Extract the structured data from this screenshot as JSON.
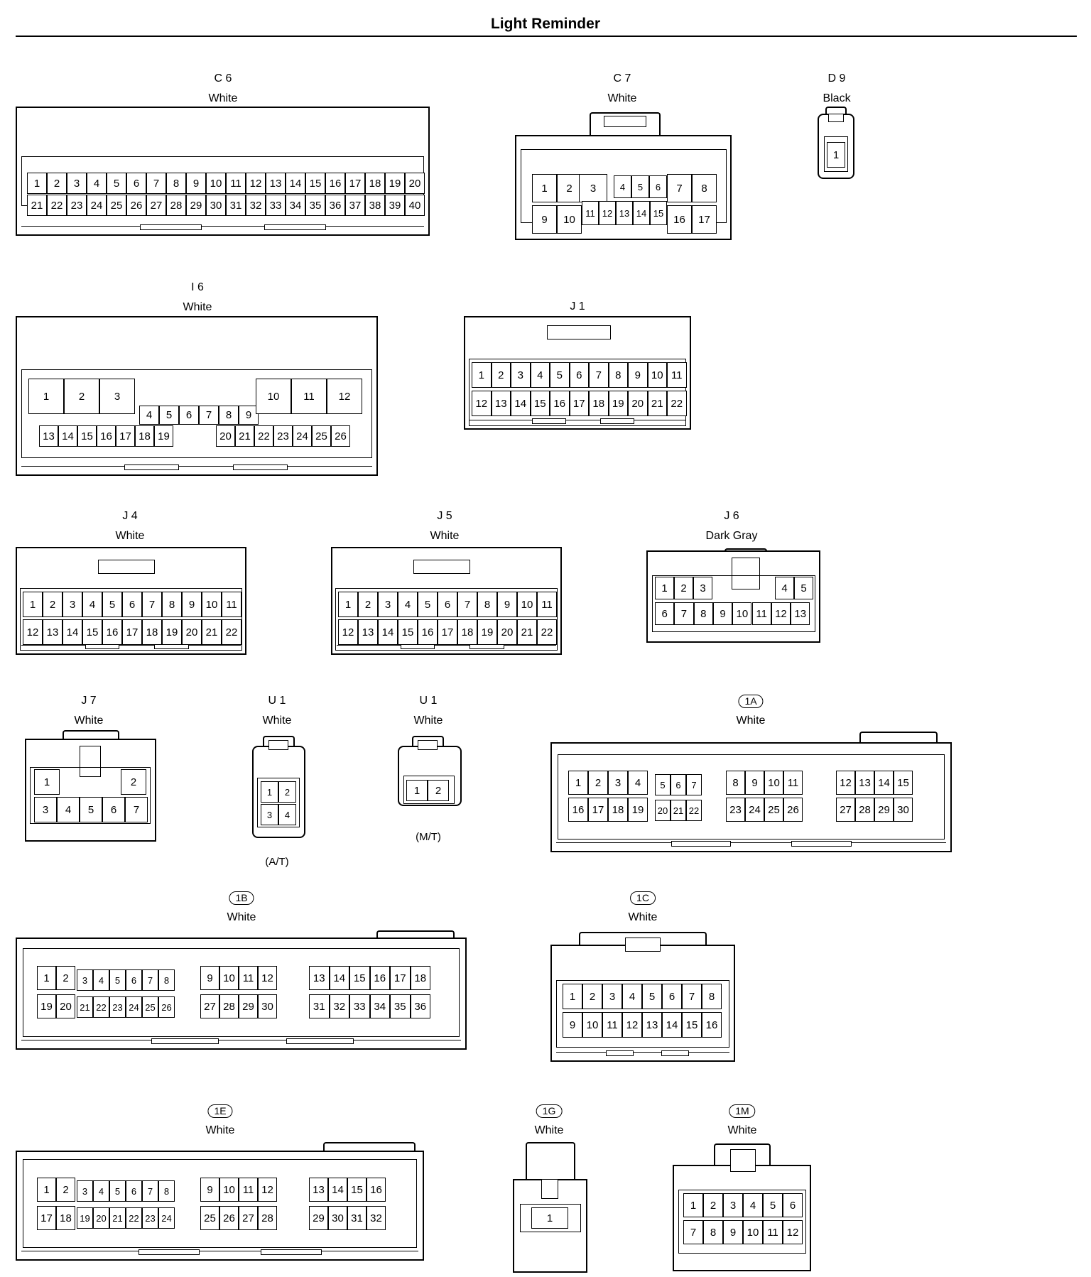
{
  "title": "Light Reminder",
  "connectors": [
    {
      "code": "C 6",
      "color": "White",
      "pins": [
        "1",
        "2",
        "3",
        "4",
        "5",
        "6",
        "7",
        "8",
        "9",
        "10",
        "11",
        "12",
        "13",
        "14",
        "15",
        "16",
        "17",
        "18",
        "19",
        "20",
        "21",
        "22",
        "23",
        "24",
        "25",
        "26",
        "27",
        "28",
        "29",
        "30",
        "31",
        "32",
        "33",
        "34",
        "35",
        "36",
        "37",
        "38",
        "39",
        "40"
      ]
    },
    {
      "code": "C 7",
      "color": "White",
      "pins": [
        "1",
        "2",
        "3",
        "4",
        "5",
        "6",
        "7",
        "8",
        "9",
        "10",
        "11",
        "12",
        "13",
        "14",
        "15",
        "16",
        "17"
      ]
    },
    {
      "code": "D 9",
      "color": "Black",
      "pins": [
        "1"
      ]
    },
    {
      "code": "I 6",
      "color": "White",
      "pins": [
        "1",
        "2",
        "3",
        "4",
        "5",
        "6",
        "7",
        "8",
        "9",
        "10",
        "11",
        "12",
        "13",
        "14",
        "15",
        "16",
        "17",
        "18",
        "19",
        "20",
        "21",
        "22",
        "23",
        "24",
        "25",
        "26"
      ]
    },
    {
      "code": "J 1",
      "color": "White",
      "pins": [
        "1",
        "2",
        "3",
        "4",
        "5",
        "6",
        "7",
        "8",
        "9",
        "10",
        "11",
        "12",
        "13",
        "14",
        "15",
        "16",
        "17",
        "18",
        "19",
        "20",
        "21",
        "22"
      ]
    },
    {
      "code": "J 4",
      "color": "White",
      "pins": [
        "1",
        "2",
        "3",
        "4",
        "5",
        "6",
        "7",
        "8",
        "9",
        "10",
        "11",
        "12",
        "13",
        "14",
        "15",
        "16",
        "17",
        "18",
        "19",
        "20",
        "21",
        "22"
      ]
    },
    {
      "code": "J 5",
      "color": "White",
      "pins": [
        "1",
        "2",
        "3",
        "4",
        "5",
        "6",
        "7",
        "8",
        "9",
        "10",
        "11",
        "12",
        "13",
        "14",
        "15",
        "16",
        "17",
        "18",
        "19",
        "20",
        "21",
        "22"
      ]
    },
    {
      "code": "J 6",
      "color": "Dark Gray",
      "pins": [
        "1",
        "2",
        "3",
        "4",
        "5",
        "6",
        "7",
        "8",
        "9",
        "10",
        "11",
        "12",
        "13"
      ]
    },
    {
      "code": "J 7",
      "color": "White",
      "pins": [
        "1",
        "2",
        "3",
        "4",
        "5",
        "6",
        "7"
      ]
    },
    {
      "code": "U 1",
      "color": "White",
      "note": "(A/T)",
      "pins": [
        "1",
        "2",
        "3",
        "4"
      ]
    },
    {
      "code": "U 1",
      "color": "White",
      "note": "(M/T)",
      "pins": [
        "1",
        "2"
      ]
    },
    {
      "code": "1A",
      "color": "White",
      "pins": [
        "1",
        "2",
        "3",
        "4",
        "5",
        "6",
        "7",
        "8",
        "9",
        "10",
        "11",
        "12",
        "13",
        "14",
        "15",
        "16",
        "17",
        "18",
        "19",
        "20",
        "21",
        "22",
        "23",
        "24",
        "25",
        "26",
        "27",
        "28",
        "29",
        "30"
      ]
    },
    {
      "code": "1B",
      "color": "White",
      "pins": [
        "1",
        "2",
        "3",
        "4",
        "5",
        "6",
        "7",
        "8",
        "9",
        "10",
        "11",
        "12",
        "13",
        "14",
        "15",
        "16",
        "17",
        "18",
        "19",
        "20",
        "21",
        "22",
        "23",
        "24",
        "25",
        "26",
        "27",
        "28",
        "29",
        "30",
        "31",
        "32",
        "33",
        "34",
        "35",
        "36"
      ]
    },
    {
      "code": "1C",
      "color": "White",
      "pins": [
        "1",
        "2",
        "3",
        "4",
        "5",
        "6",
        "7",
        "8",
        "9",
        "10",
        "11",
        "12",
        "13",
        "14",
        "15",
        "16"
      ]
    },
    {
      "code": "1E",
      "color": "White",
      "pins": [
        "1",
        "2",
        "3",
        "4",
        "5",
        "6",
        "7",
        "8",
        "9",
        "10",
        "11",
        "12",
        "13",
        "14",
        "15",
        "16",
        "17",
        "18",
        "19",
        "20",
        "21",
        "22",
        "23",
        "24",
        "25",
        "26",
        "27",
        "28",
        "29",
        "30",
        "31",
        "32"
      ]
    },
    {
      "code": "1G",
      "color": "White",
      "pins": [
        "1"
      ]
    },
    {
      "code": "1M",
      "color": "White",
      "pins": [
        "1",
        "2",
        "3",
        "4",
        "5",
        "6",
        "7",
        "8",
        "9",
        "10",
        "11",
        "12"
      ]
    }
  ]
}
